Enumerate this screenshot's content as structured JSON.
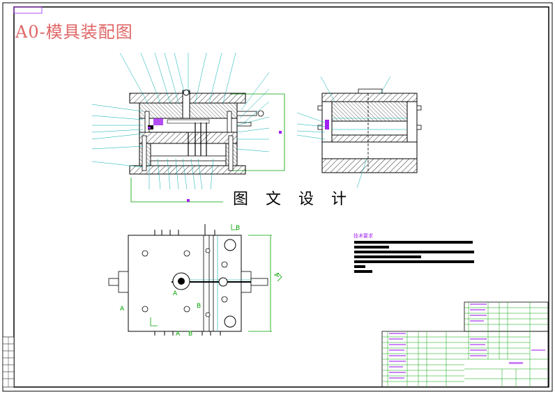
{
  "title": "A0-模具装配图",
  "watermark": "图 文 设 计",
  "technical_requirements": {
    "heading": "技术要求"
  },
  "section_labels": {
    "a": "A",
    "b": "B"
  },
  "colors": {
    "frame": "#000000",
    "accent": "#e06666",
    "magenta": "#a020f0",
    "cyan": "#00aaaa",
    "green": "#00a000",
    "blue": "#0000cc"
  }
}
